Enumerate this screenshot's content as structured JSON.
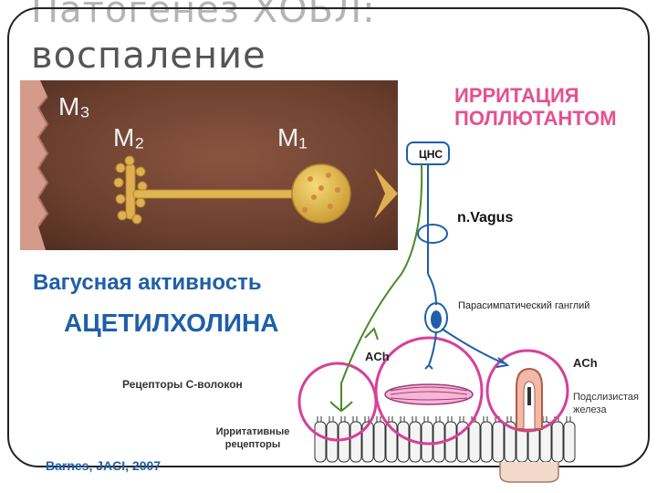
{
  "slide": {
    "title_line1": "Патогенез ХОБЛ:",
    "title_line2": "воспаление"
  },
  "photo": {
    "label_m3": "M₃",
    "label_m2": "M₂",
    "label_m1": "M₁"
  },
  "diagram": {
    "irritation": "ИРРИТАЦИЯ ПОЛЛЮТАНТОМ",
    "cns": "ЦНС",
    "vagus": "n.Vagus",
    "parasympathetic_ganglion": "Парасимпатический ганглий",
    "ach_left": "ACh",
    "ach_right": "ACh",
    "c_fiber_receptors": "Рецепторы С-волокон",
    "irritant_receptors": "Ирритативные рецепторы",
    "submucosal_gland": "Подслизистая железа"
  },
  "captions": {
    "vagal_activity": "Вагусная активность",
    "acetylcholine": "АЦЕТИЛХОЛИНА",
    "reference": "Barnes, JACI, 2007"
  },
  "colors": {
    "pink": "#e5508f",
    "blue": "#1f5fa8",
    "green": "#4a8a2a",
    "photo_bg": "#6b4030",
    "title_gray": "#555555"
  }
}
